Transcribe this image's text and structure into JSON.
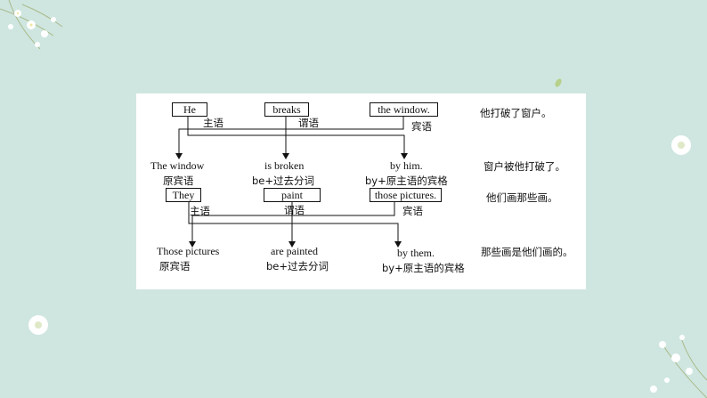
{
  "diagram": {
    "active": {
      "subject": "He",
      "subject_role": "主语",
      "verb": "breaks",
      "verb_role": "谓语",
      "object": "the window.",
      "object_role": "宾语",
      "translation": "他打破了窗户。"
    },
    "passive": {
      "subject": "The window",
      "subject_role": "原宾语",
      "verb": "is broken",
      "verb_role": "be+过去分词",
      "agent": "by him.",
      "agent_role": "by+原主语的宾格",
      "translation": "窗户被他打破了。"
    },
    "active2": {
      "subject": "They",
      "subject_role": "主语",
      "verb": "paint",
      "verb_role": "谓语",
      "object": "those pictures.",
      "object_role": "宾语",
      "translation": "他们画那些画。"
    },
    "passive2": {
      "subject": "Those pictures",
      "subject_role": "原宾语",
      "verb": "are painted",
      "verb_role": "be+过去分词",
      "agent": "by them.",
      "agent_role": "by+原主语的宾格",
      "translation": "那些画是他们画的。"
    }
  },
  "colors": {
    "background": "#cfe6e0",
    "panel": "#ffffff",
    "ink": "#111111"
  }
}
